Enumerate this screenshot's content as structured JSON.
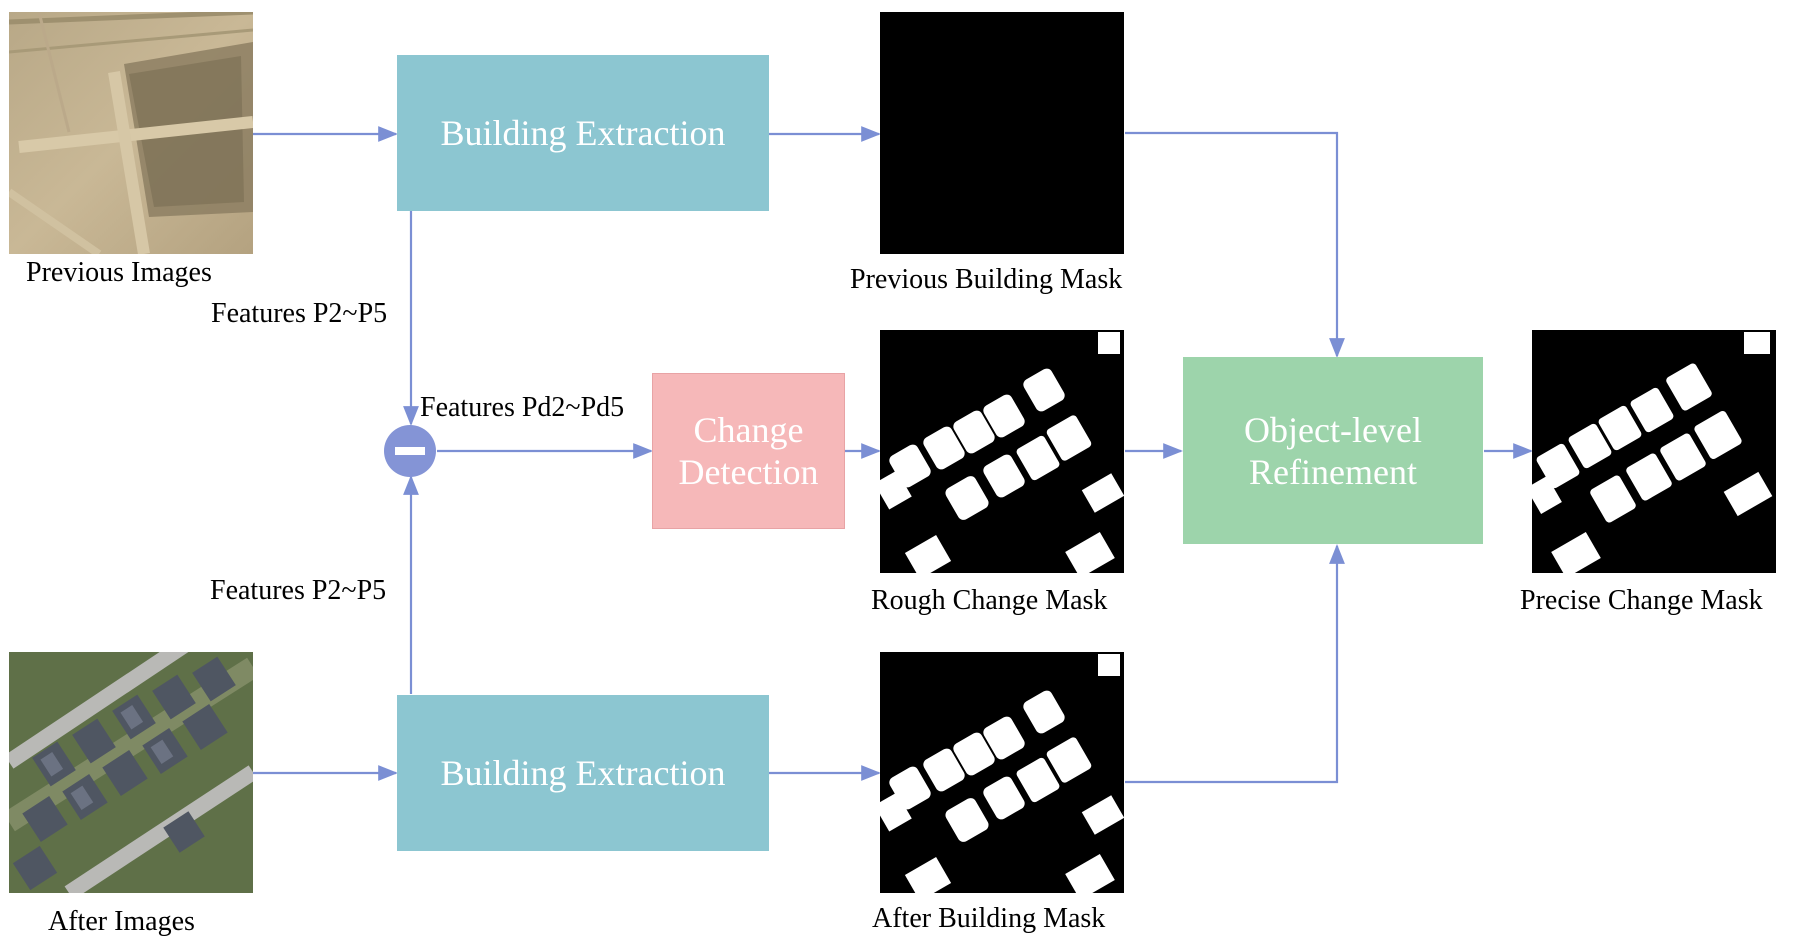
{
  "labels": {
    "previous_images": "Previous Images",
    "after_images": "After Images",
    "features_top": "Features P2~P5",
    "features_bottom": "Features P2~P5",
    "features_diff": "Features Pd2~Pd5",
    "previous_building_mask": "Previous Building Mask",
    "rough_change_mask": "Rough Change Mask",
    "after_building_mask": "After Building Mask",
    "precise_change_mask": "Precise Change Mask"
  },
  "blocks": {
    "building_extraction_top": "Building Extraction",
    "building_extraction_bottom": "Building Extraction",
    "change_detection": [
      "Change",
      "Detection"
    ],
    "object_refinement": [
      "Object-level",
      "Refinement"
    ]
  },
  "colors": {
    "building_extraction": "#8cc6d1",
    "change_detection": "#f6b8b9",
    "change_detection_border": "#e8a3a5",
    "object_refinement": "#9dd4ab",
    "arrow": "#7b8fd4",
    "subtract_node": "#8494d6",
    "mask_background": "#000000",
    "mask_foreground": "#ffffff"
  },
  "icons": {
    "subtract_node": "minus-circle-icon"
  }
}
